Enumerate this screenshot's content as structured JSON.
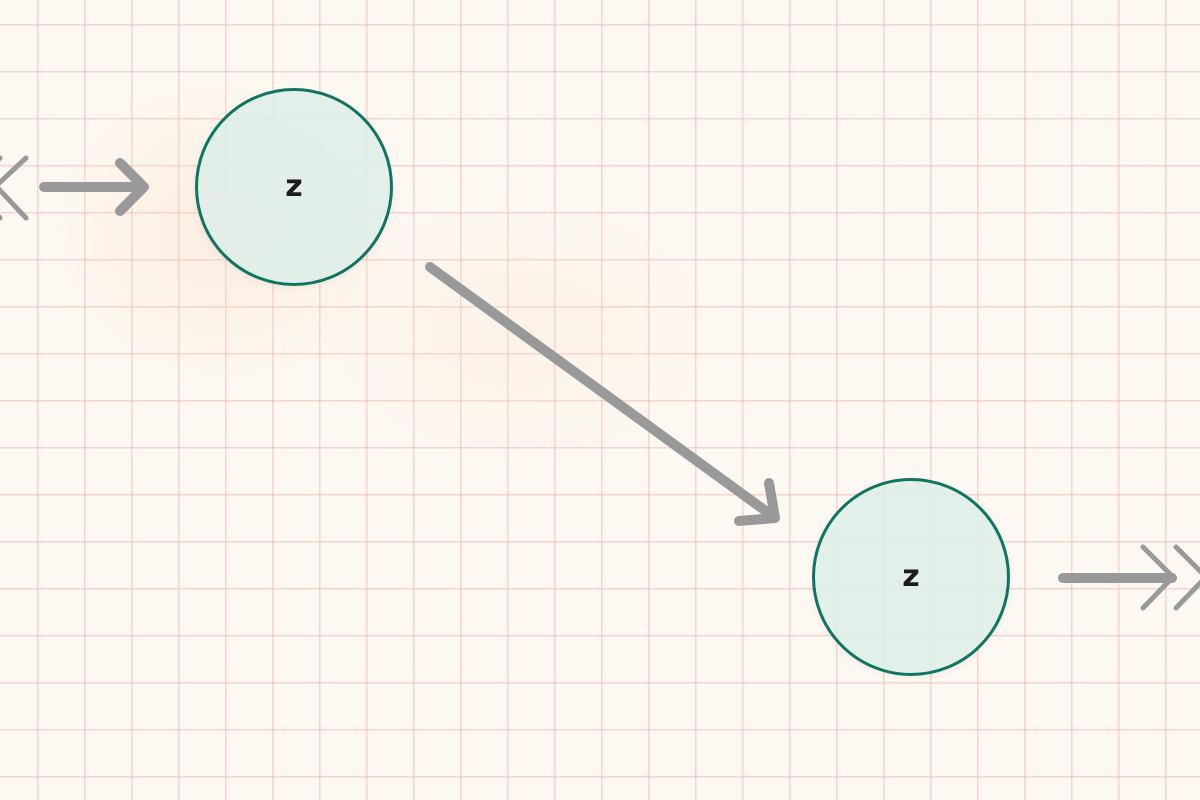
{
  "diagram": {
    "nodes": [
      {
        "id": "n1",
        "label": "z"
      },
      {
        "id": "n2",
        "label": "z"
      }
    ],
    "edges": [
      {
        "from": "offscreen-left",
        "to": "n1",
        "style": "arrow"
      },
      {
        "from": "n1",
        "to": "n2",
        "style": "arrow"
      },
      {
        "from": "n2",
        "to": "offscreen-right",
        "style": "arrow"
      }
    ],
    "continuation_marks": [
      {
        "side": "left",
        "icon": "double-chevron-icon"
      },
      {
        "side": "right",
        "icon": "double-chevron-icon"
      }
    ]
  },
  "colors": {
    "background": "#fdf8f1",
    "grid": "#f0aaa5",
    "node_fill": "#dceee8",
    "node_stroke": "#0f7462",
    "edge": "#999999",
    "label": "#1c1c1c"
  }
}
